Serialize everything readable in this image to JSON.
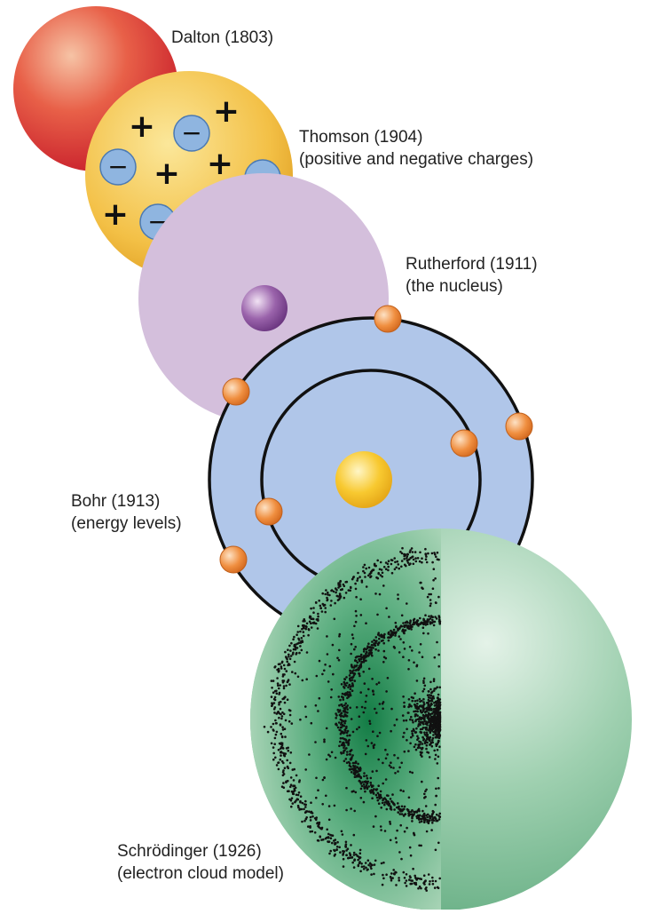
{
  "models": [
    {
      "id": "dalton",
      "name": "Dalton (1803)",
      "desc": ""
    },
    {
      "id": "thomson",
      "name": "Thomson (1904)",
      "desc": "(positive and negative charges)"
    },
    {
      "id": "rutherford",
      "name": "Rutherford (1911)",
      "desc": "(the nucleus)"
    },
    {
      "id": "bohr",
      "name": "Bohr (1913)",
      "desc": "(energy levels)"
    },
    {
      "id": "schrodinger",
      "name": "Schrödinger (1926)",
      "desc": "(electron cloud model)"
    }
  ],
  "colors": {
    "dalton": "#d8262f",
    "thomson": "#f0b33a",
    "thomson_charge": "#8fb5e0",
    "rutherford": "#d4bfdc",
    "rutherford_nucleus": "#8a4f9c",
    "bohr": "#b0c6e9",
    "bohr_nucleus": "#f5be2c",
    "electron": "#ee8c3a",
    "schrodinger": "#6fb48a",
    "cloud_dots": "#111111"
  },
  "symbols": {
    "positive": "+",
    "negative": "−"
  }
}
